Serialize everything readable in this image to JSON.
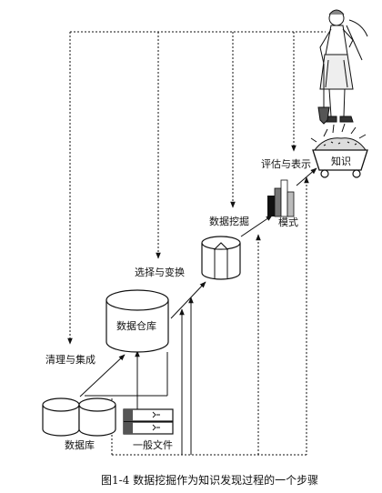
{
  "labels": {
    "database": "数据库",
    "flat_file": "一般文件",
    "cleaning_integration": "清理与集成",
    "data_warehouse": "数据仓库",
    "selection_transformation": "选择与变换",
    "data_mining": "数据挖掘",
    "pattern": "模式",
    "evaluation_presentation": "评估与表示",
    "knowledge": "知识"
  },
  "caption": "图1-4   数据挖掘作为知识发现过程的一个步骤",
  "icons": [
    "database-cylinders",
    "flat-file-records",
    "warehouse-cylinder",
    "mining-cylinder-wedge",
    "bar-chart-pattern",
    "knowledge-mine-cart",
    "miner-figure"
  ]
}
